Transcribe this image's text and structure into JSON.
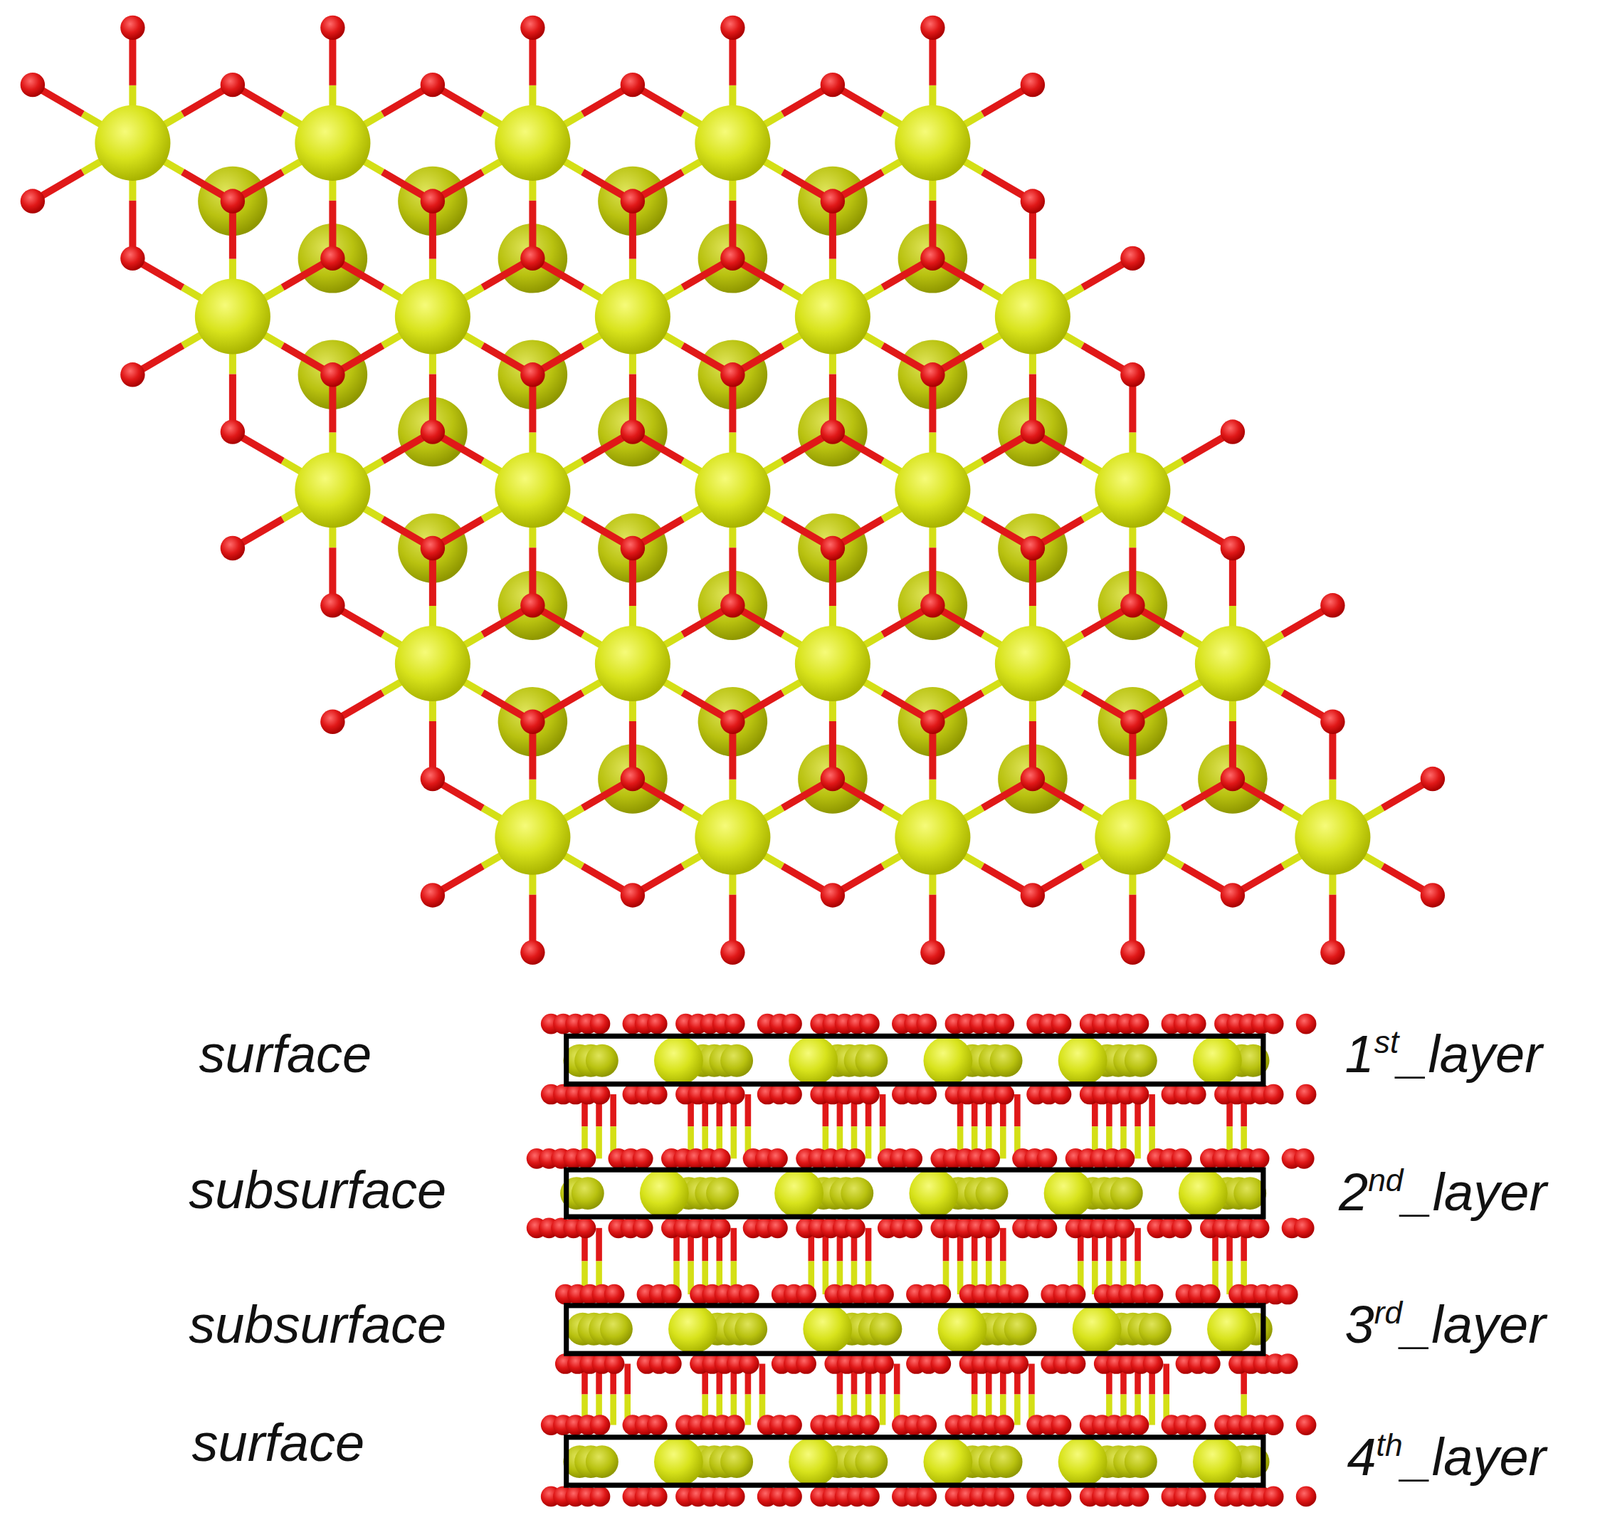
{
  "diagram": {
    "labels": [
      "surface",
      "subsurface",
      "subsurface",
      "surface",
      "1st_layer",
      "2nd_layer",
      "3rd_layer",
      "4th_layer"
    ]
  }
}
